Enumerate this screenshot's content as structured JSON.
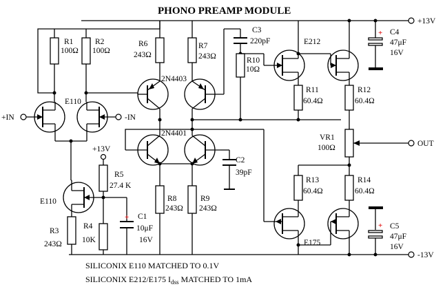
{
  "title": "PHONO PREAMP MODULE",
  "rails": {
    "pos": "+13V",
    "neg": "-13V",
    "local_pos": "+13V"
  },
  "io": {
    "in_pos": "+IN",
    "in_neg": "-IN",
    "out": "OUT"
  },
  "components": {
    "R1": {
      "ref": "R1",
      "value": "100Ω"
    },
    "R2": {
      "ref": "R2",
      "value": "100Ω"
    },
    "R3": {
      "ref": "R3",
      "value": "243Ω"
    },
    "R4": {
      "ref": "R4",
      "value": "10K"
    },
    "R5": {
      "ref": "R5",
      "value": "27.4 K"
    },
    "R6": {
      "ref": "R6",
      "value": "243Ω"
    },
    "R7": {
      "ref": "R7",
      "value": "243Ω"
    },
    "R8": {
      "ref": "R8",
      "value": "243Ω"
    },
    "R9": {
      "ref": "R9",
      "value": "243Ω"
    },
    "R10": {
      "ref": "R10",
      "value": "10Ω"
    },
    "R11": {
      "ref": "R11",
      "value": "60.4Ω"
    },
    "R12": {
      "ref": "R12",
      "value": "60.4Ω"
    },
    "R13": {
      "ref": "R13",
      "value": "60.4Ω"
    },
    "R14": {
      "ref": "R14",
      "value": "60.4Ω"
    },
    "C1": {
      "ref": "C1",
      "value": "10μF",
      "voltage": "16V"
    },
    "C2": {
      "ref": "C2",
      "value": "39pF"
    },
    "C3": {
      "ref": "C3",
      "value": "220pF"
    },
    "C4": {
      "ref": "C4",
      "value": "47μF",
      "voltage": "16V"
    },
    "C5": {
      "ref": "C5",
      "value": "47μF",
      "voltage": "16V"
    },
    "VR1": {
      "ref": "VR1",
      "value": "100Ω"
    }
  },
  "devices": {
    "pnp_pair": "2N4403",
    "npn_pair": "2N4401",
    "jfet_input": "E110",
    "jfet_source": "E110",
    "jfet_top": "E212",
    "jfet_bottom": "E175"
  },
  "polarity_mark": "+",
  "notes": {
    "line1": "SILICONIX E110 MATCHED TO 0.1V",
    "line2_pre": "SILICONIX E212/E175 I",
    "line2_sub": "dss",
    "line2_post": " MATCHED TO 1mA"
  }
}
